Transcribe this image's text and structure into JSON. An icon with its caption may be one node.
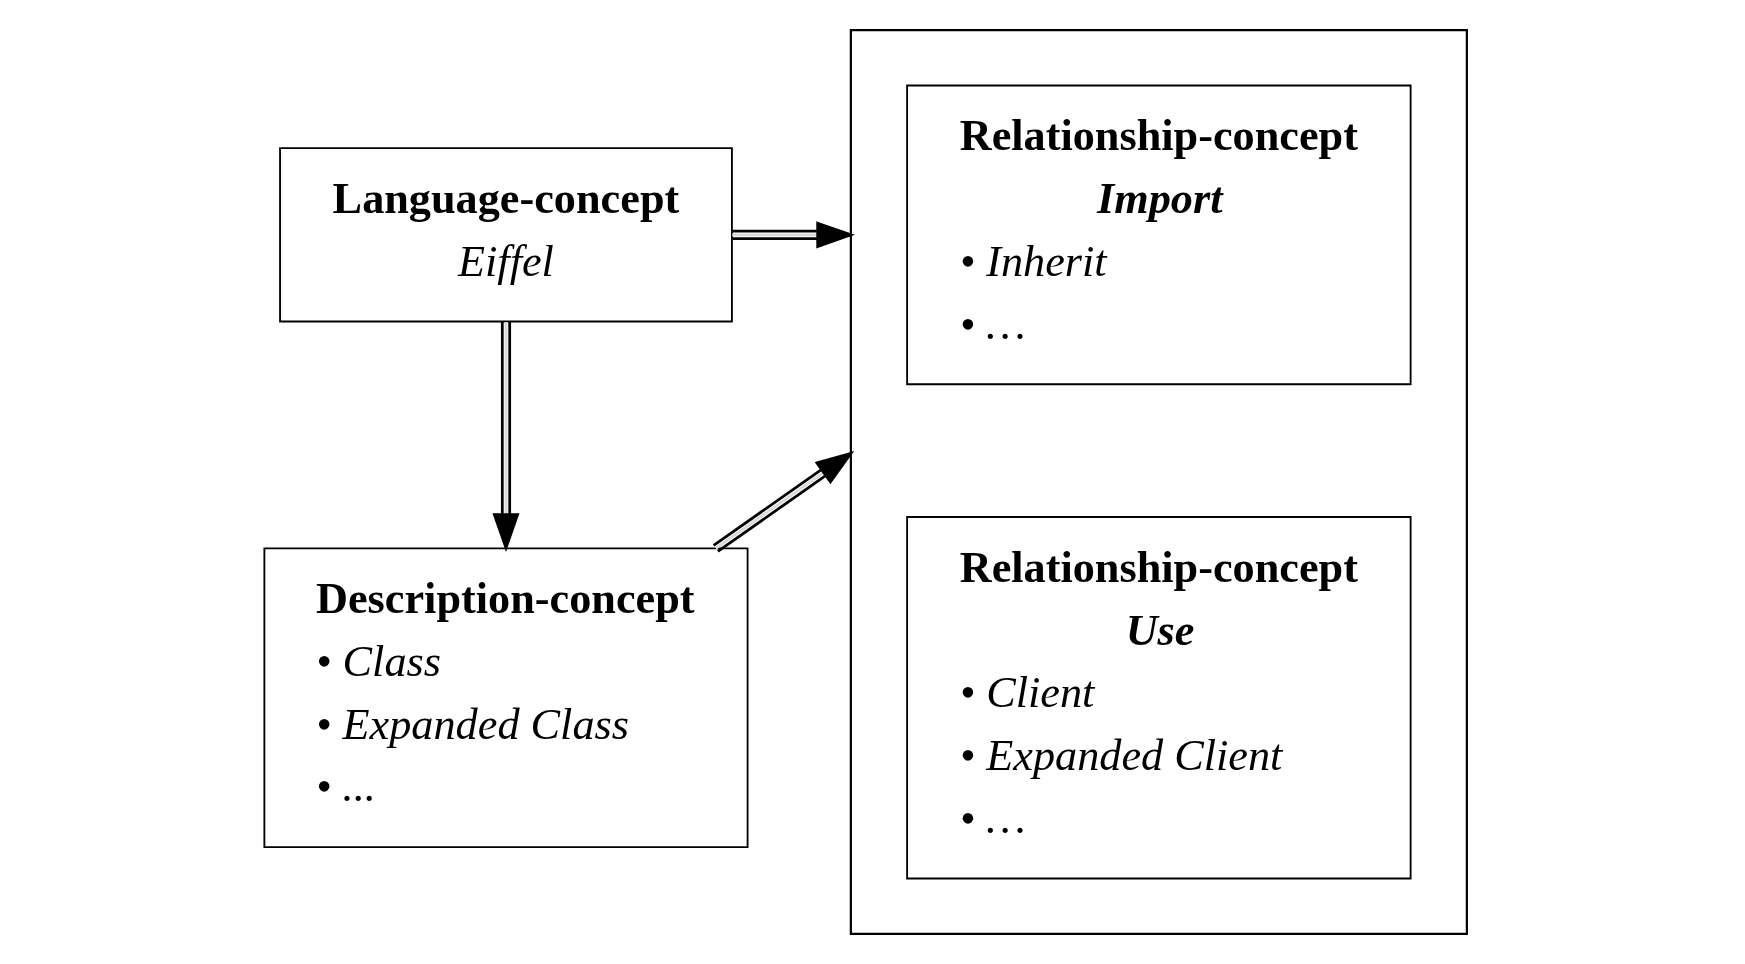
{
  "diagram": {
    "nodes": [
      {
        "text": [
          "Language-concept",
          "Eiffel"
        ]
      },
      {
        "text": [
          "Description-concept",
          "• Class",
          "• Expanded Class",
          "• ..."
        ]
      },
      {
        "text": [],
        "shape": "box"
      },
      {
        "text": [
          "Relationship-concept",
          "Import",
          "• Inherit",
          "• …"
        ],
        "in": 2
      },
      {
        "text": [
          "Relationship-concept",
          "Use",
          "• Client",
          "• Expanded Client",
          "• …"
        ],
        "in": 2
      }
    ],
    "edges": [
      {
        "from": 0,
        "to": 2,
        "arrow": "to"
      },
      {
        "from": 0,
        "to": 1,
        "arrow": "to"
      },
      {
        "from": 1,
        "to": 2,
        "arrow": "to"
      }
    ]
  }
}
